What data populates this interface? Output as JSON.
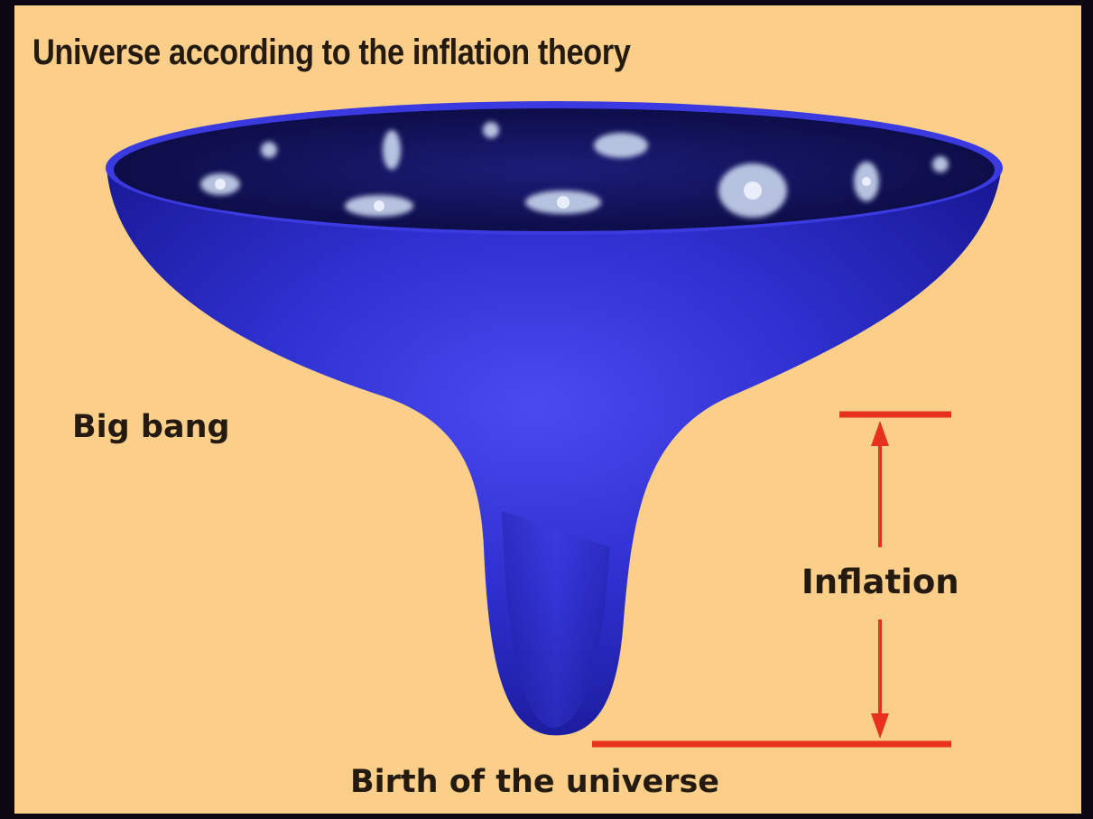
{
  "diagram": {
    "title": "Universe according to the inflation theory",
    "labels": {
      "big_bang": "Big bang",
      "inflation": "Inflation",
      "birth": "Birth of the universe"
    },
    "colors": {
      "background": "#fbcf8a",
      "funnel": "#2e2fcc",
      "funnel_interior": "#12125a",
      "marker": "#e8321e",
      "text": "#241a10"
    }
  }
}
